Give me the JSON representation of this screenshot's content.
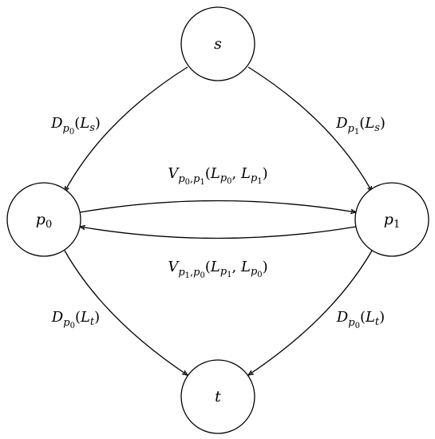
{
  "nodes": {
    "s": {
      "var": "s"
    },
    "p0": {
      "var": "p",
      "sub": "0"
    },
    "p1": {
      "var": "p",
      "sub": "1"
    },
    "t": {
      "var": "t"
    }
  },
  "edges": {
    "s_p0": {
      "fn": "D",
      "fsub": "p",
      "fsubsub": "0",
      "open": "(",
      "argv": "L",
      "argsub": "s",
      "close": ")"
    },
    "s_p1": {
      "fn": "D",
      "fsub": "p",
      "fsubsub": "1",
      "open": "(",
      "argv": "L",
      "argsub": "s",
      "close": ")"
    },
    "p0_t": {
      "fn": "D",
      "fsub": "p",
      "fsubsub": "0",
      "open": "(",
      "argv": "L",
      "argsub": "t",
      "close": ")"
    },
    "p1_t": {
      "fn": "D",
      "fsub": "p",
      "fsubsub": "0",
      "open": "(",
      "argv": "L",
      "argsub": "t",
      "close": ")"
    },
    "p0_p1": {
      "fn": "V",
      "fsubA": "p",
      "fsubAsub": "0",
      "comma1": ",",
      "fsubB": "p",
      "fsubBsub": "1",
      "open": "(",
      "a1v": "L",
      "a1s": "p",
      "a1ss": "0",
      "comma2": ", ",
      "a2v": "L",
      "a2s": "p",
      "a2ss": "1",
      "close": ")"
    },
    "p1_p0": {
      "fn": "V",
      "fsubA": "p",
      "fsubAsub": "1",
      "comma1": ",",
      "fsubB": "p",
      "fsubBsub": "0",
      "open": "(",
      "a1v": "L",
      "a1s": "p",
      "a1ss": "1",
      "comma2": ", ",
      "a2v": "L",
      "a2s": "p",
      "a2ss": "0",
      "close": ")"
    }
  }
}
